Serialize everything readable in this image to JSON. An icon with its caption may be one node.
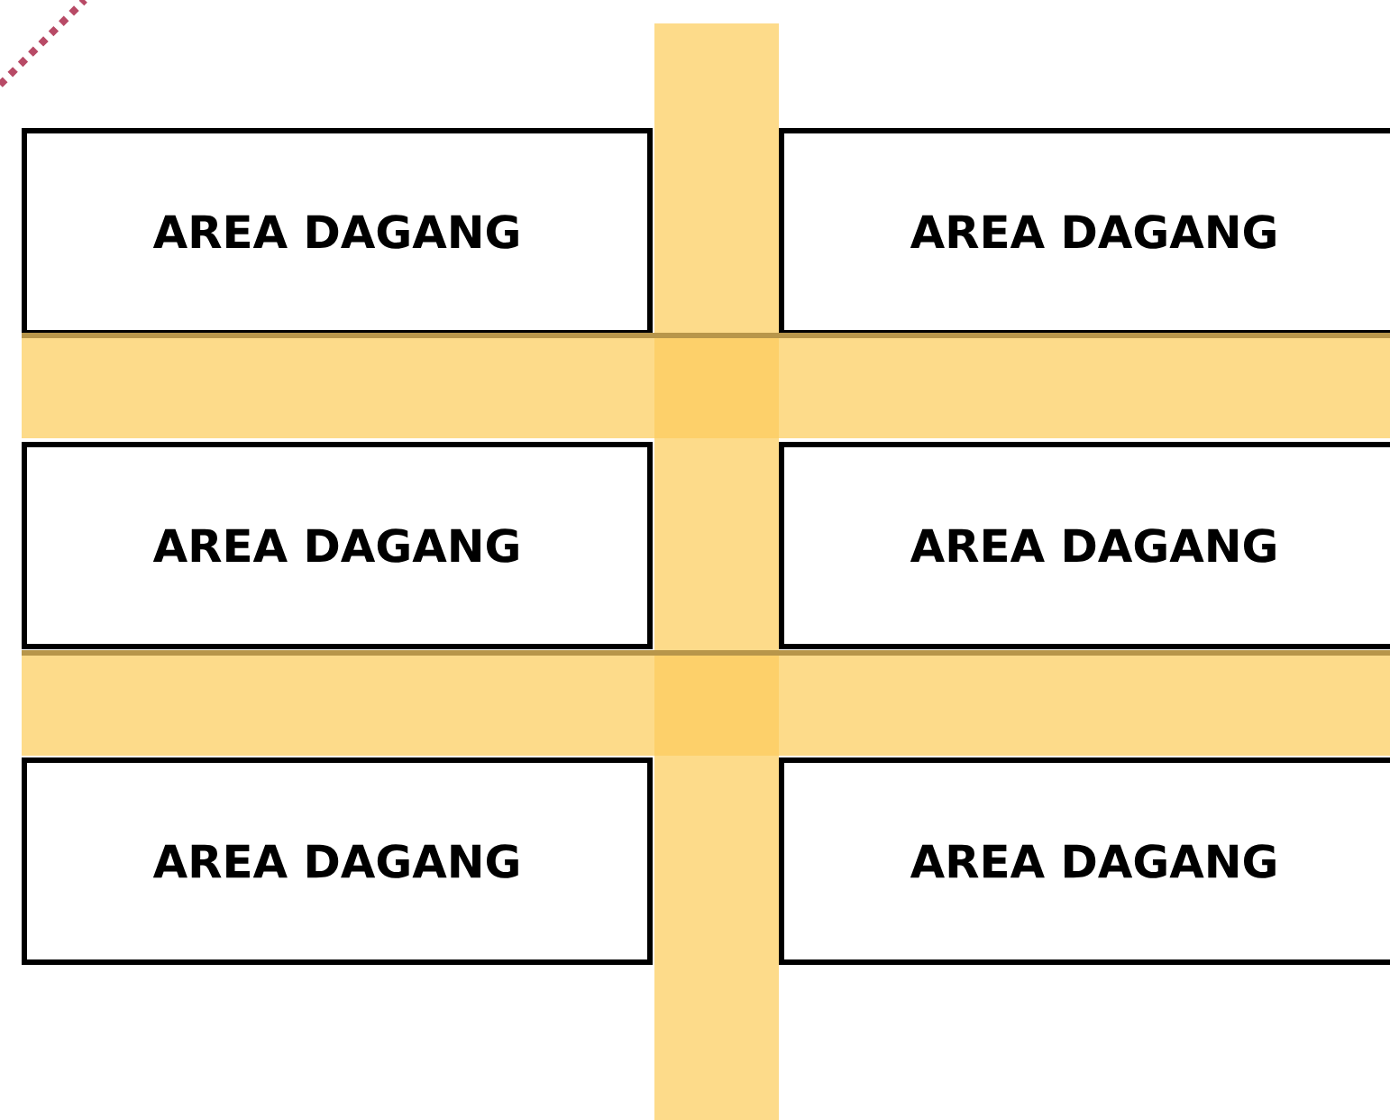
{
  "diagram": {
    "nodes": [
      {
        "text": [
          "AREA DAGANG"
        ]
      },
      {
        "text": [
          "AREA DAGANG"
        ]
      },
      {
        "text": [
          "AREA DAGANG"
        ]
      },
      {
        "text": [
          "AREA DAGANG"
        ]
      },
      {
        "text": [
          "AREA DAGANG"
        ]
      },
      {
        "text": [
          "AREA DAGANG"
        ]
      }
    ]
  }
}
